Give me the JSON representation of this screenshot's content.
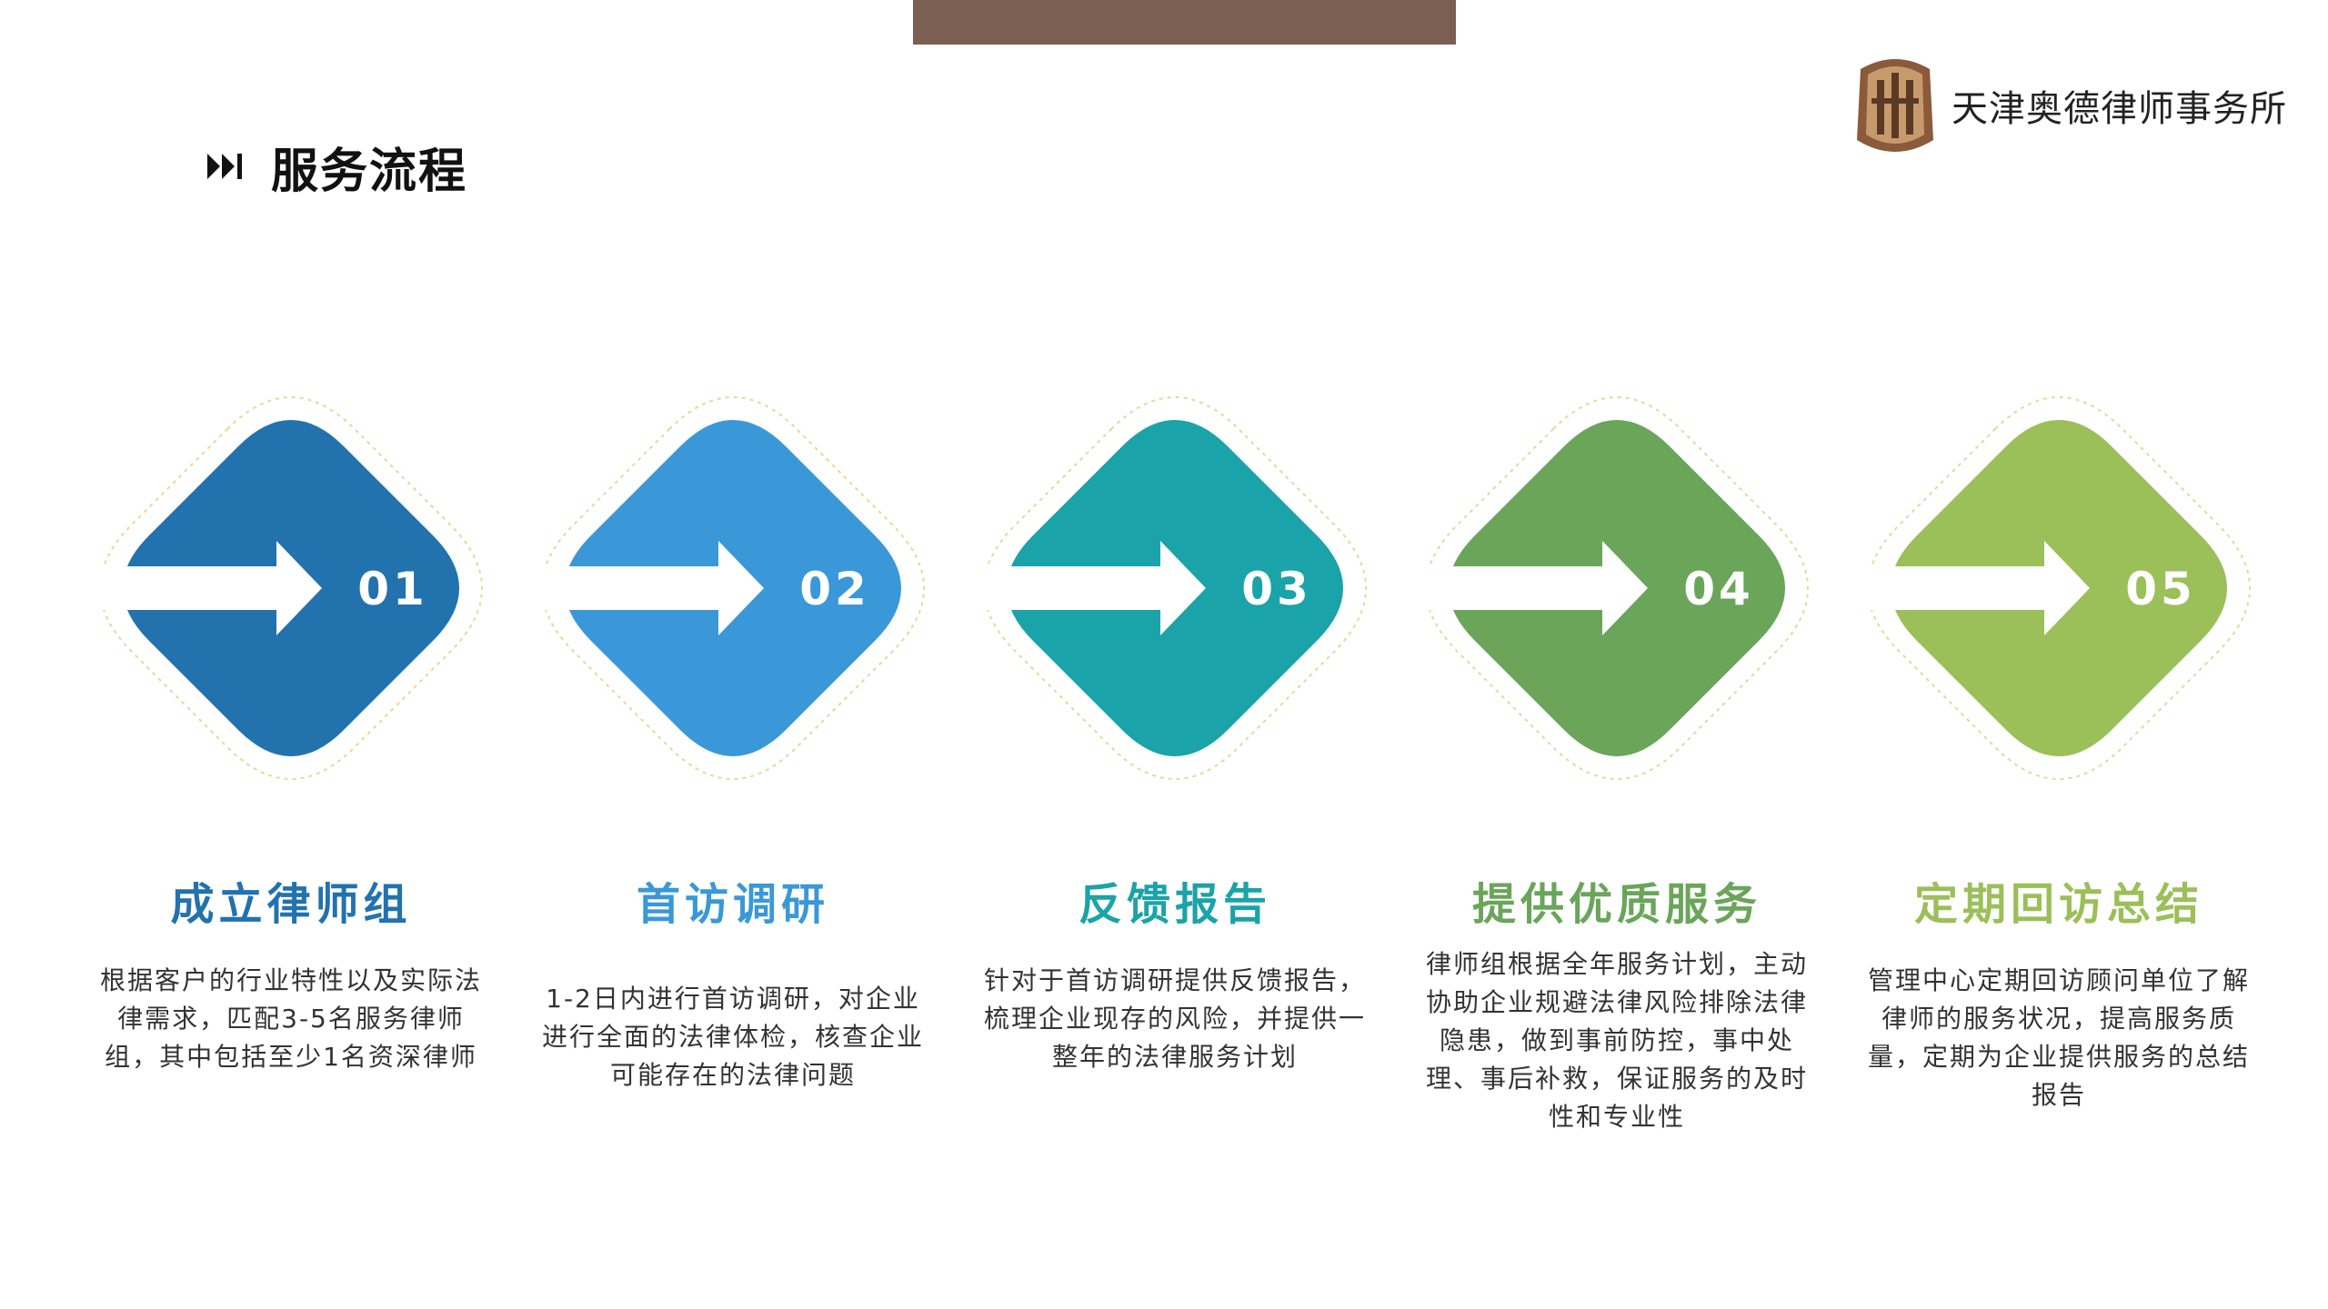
{
  "header": {
    "title": "服务流程",
    "icon": "fast-forward-end-icon"
  },
  "logo": {
    "icon": "law-firm-emblem-icon",
    "text": "天津奥德律师事务所"
  },
  "colors": {
    "top_bar": "#7a5f52",
    "step_colors": [
      "#2272ae",
      "#3a98d8",
      "#1aa3a8",
      "#6aa55a",
      "#9bbf59"
    ]
  },
  "steps": [
    {
      "number": "01",
      "title": "成立律师组",
      "description": "根据客户的行业特性以及实际法律需求，匹配3-5名服务律师组，其中包括至少1名资深律师"
    },
    {
      "number": "02",
      "title": "首访调研",
      "description": "1-2日内进行首访调研，对企业进行全面的法律体检，核查企业可能存在的法律问题"
    },
    {
      "number": "03",
      "title": "反馈报告",
      "description": "针对于首访调研提供反馈报告，梳理企业现存的风险，并提供一整年的法律服务计划"
    },
    {
      "number": "04",
      "title": "提供优质服务",
      "description": "律师组根据全年服务计划，主动协助企业规避法律风险排除法律隐患，做到事前防控，事中处理、事后补救，保证服务的及时性和专业性"
    },
    {
      "number": "05",
      "title": "定期回访总结",
      "description": "管理中心定期回访顾问单位了解律师的服务状况，提高服务质量，定期为企业提供服务的总结报告"
    }
  ]
}
